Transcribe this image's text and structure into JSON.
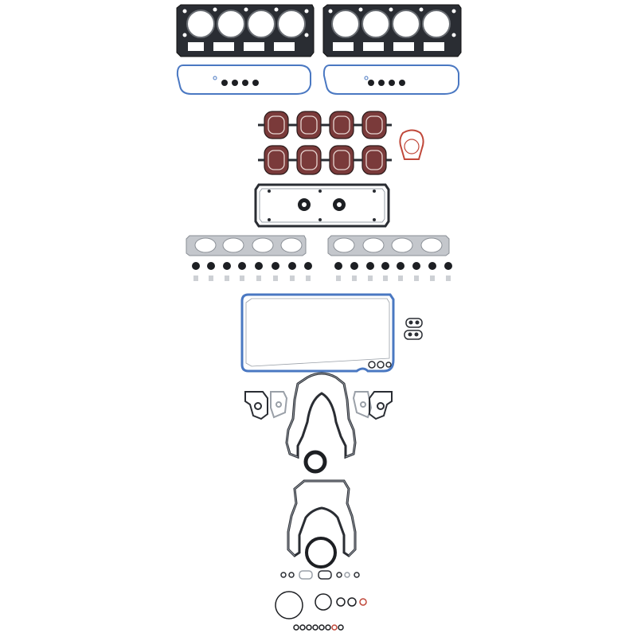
{
  "image": {
    "subject": "engine-gasket-set-product-photo",
    "background_color": "#ffffff",
    "colors": {
      "graphite": "#23262c",
      "blue_seal": "#4a78c2",
      "rubber_maroon": "#7a2f30",
      "rubber_black": "#1d1f23",
      "steel_gray": "#9aa0a8",
      "red_oring": "#c0483a",
      "light_gray": "#cdd0d4"
    },
    "parts": [
      {
        "name": "cylinder-head-gasket-left",
        "icon": "head-gasket-icon"
      },
      {
        "name": "cylinder-head-gasket-right",
        "icon": "head-gasket-icon"
      },
      {
        "name": "valve-cover-gasket-left",
        "icon": "valve-cover-icon"
      },
      {
        "name": "valve-cover-gasket-right",
        "icon": "valve-cover-icon"
      },
      {
        "name": "intake-manifold-gaskets",
        "icon": "intake-gasket-icon"
      },
      {
        "name": "throttle-body-gasket",
        "icon": "throttle-gasket-icon"
      },
      {
        "name": "lifter-valley-cover-gasket",
        "icon": "valley-cover-icon"
      },
      {
        "name": "exhaust-manifold-gasket-left",
        "icon": "exhaust-gasket-icon"
      },
      {
        "name": "exhaust-manifold-gasket-right",
        "icon": "exhaust-gasket-icon"
      },
      {
        "name": "valve-stem-seals",
        "icon": "stem-seal-icon"
      },
      {
        "name": "oil-pan-gasket",
        "icon": "oil-pan-icon"
      },
      {
        "name": "water-pump-gaskets",
        "icon": "water-pump-icon"
      },
      {
        "name": "timing-cover-gasket",
        "icon": "timing-cover-icon"
      },
      {
        "name": "front-crank-seal",
        "icon": "crank-seal-icon"
      },
      {
        "name": "rear-cover-gasket",
        "icon": "rear-cover-icon"
      },
      {
        "name": "rear-main-seal",
        "icon": "rear-seal-icon"
      },
      {
        "name": "misc-small-gaskets",
        "icon": "small-parts-icon"
      },
      {
        "name": "o-rings",
        "icon": "o-ring-icon"
      }
    ]
  }
}
